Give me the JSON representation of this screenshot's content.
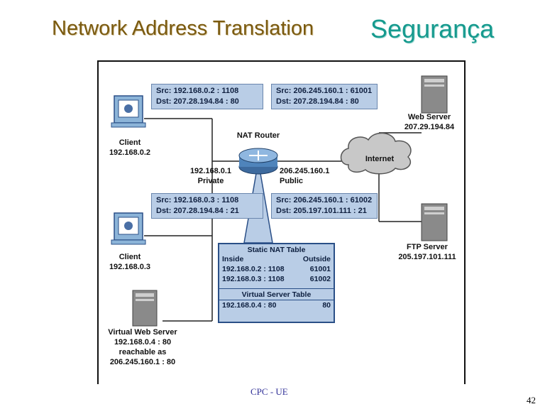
{
  "slide": {
    "title_main": "Network Address Translation",
    "title_sub": "Segurança",
    "footer": "CPC - UE",
    "page_number": "42"
  },
  "diagram": {
    "packets": [
      {
        "src": "Src:  192.168.0.2 : 1108",
        "dst": "Dst:  207.28.194.84 : 80"
      },
      {
        "src": "Src:  206.245.160.1 : 61001",
        "dst": "Dst:  207.28.194.84 : 80"
      },
      {
        "src": "Src:  192.168.0.3 : 1108",
        "dst": "Dst:  207.28.194.84 : 21"
      },
      {
        "src": "Src:  206.245.160.1 : 61002",
        "dst": "Dst:  205.197.101.111 : 21"
      }
    ],
    "client1": {
      "name": "Client",
      "ip": "192.168.0.2"
    },
    "client2": {
      "name": "Client",
      "ip": "192.168.0.3"
    },
    "virtual_server": {
      "name": "Virtual Web Server",
      "addr": "192.168.0.4 : 80",
      "note": "reachable as",
      "public": "206.245.160.1 : 80"
    },
    "router": {
      "name": "NAT Router",
      "private_ip": "192.168.0.1",
      "private_label": "Private",
      "public_ip": "206.245.160.1",
      "public_label": "Public"
    },
    "internet": "Internet",
    "web_server": {
      "name": "Web Server",
      "ip": "207.29.194.84"
    },
    "ftp_server": {
      "name": "FTP Server",
      "ip": "205.197.101.111"
    },
    "nat_table": {
      "title": "Static NAT Table",
      "col_inside": "Inside",
      "col_outside": "Outside",
      "rows": [
        {
          "inside": "192.168.0.2 : 1108",
          "outside": "61001"
        },
        {
          "inside": "192.168.0.3 : 1108",
          "outside": "61002"
        }
      ],
      "vs_title": "Virtual Server Table",
      "vs_row": {
        "inside": "192.168.0.4 : 80",
        "outside": "80"
      }
    }
  }
}
